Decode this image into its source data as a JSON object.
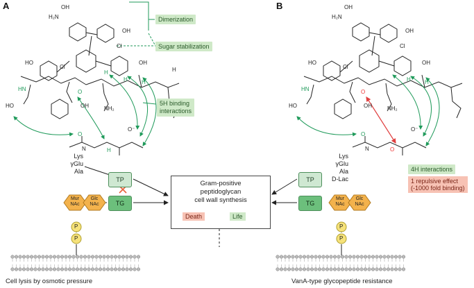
{
  "panels": {
    "a": "A",
    "b": "B"
  },
  "annotations": {
    "dimerization": "Dimerization",
    "sugar": "Sugar stabilization",
    "fiveh": "5H binding",
    "fiveh2": "interactions",
    "fourh": "4H interactions",
    "repulsive1": "1 repulsive effect",
    "repulsive2": "(-1000 fold binding)"
  },
  "peptide": {
    "lys": "Lys",
    "glu": "γGlu",
    "ala": "Ala",
    "dlac": "D-Lac"
  },
  "chem_labels": {
    "oh": "OH",
    "ho": "HO",
    "h2n": "H₂N",
    "nh2": "NH₂",
    "cl": "Cl",
    "o": "O",
    "n": "N",
    "h": "H",
    "nh": "NH",
    "hn": "HN",
    "o_minus": "O⁻",
    "ho2": "HO",
    "h_ring": "H",
    "oh2": "OH",
    "ho3": "HO",
    "hn2": "HN"
  },
  "enzymes": {
    "tp": "TP",
    "tg": "TG"
  },
  "sugars": {
    "mur": "Mur",
    "nac": "NAc",
    "glc": "Glc",
    "nac2": "NAc",
    "p": "P"
  },
  "center": {
    "line1": "Gram-positive",
    "line2": "peptidoglycan",
    "line3": "cell wall synthesis",
    "death": "Death",
    "life": "Life"
  },
  "captions": {
    "a": "Cell lysis by osmotic pressure",
    "b": "VanA-type glycopeptide resistance"
  },
  "colors": {
    "green": "#1f9a5a",
    "red": "#e04040",
    "box_green": "#cfe9c8",
    "box_red": "#f7c2b4",
    "tg_fill": "#6cbf7c",
    "sugar": "#f3b24c",
    "phosphate": "#f6e27a"
  },
  "icons": {
    "inhibit_a_tp": "orange-x-icon",
    "inhibit_a_tg": "orange-x-icon"
  }
}
